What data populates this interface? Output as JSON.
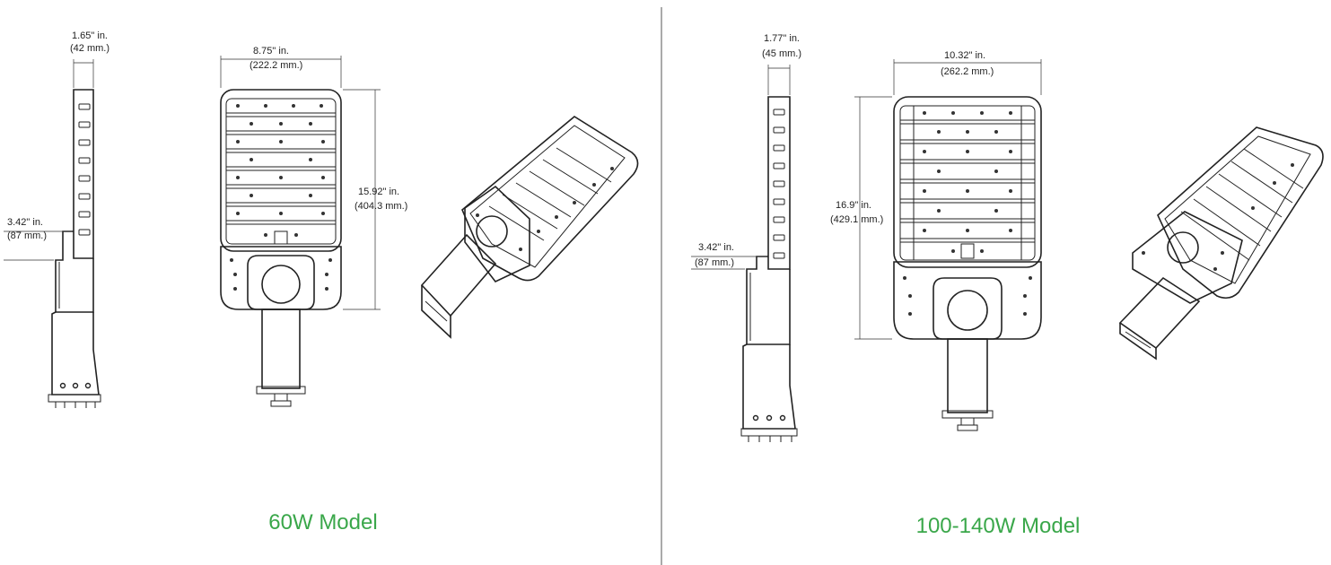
{
  "colors": {
    "caption": "#3aa74a",
    "line": "#222222",
    "divider": "#555555"
  },
  "models": [
    {
      "caption": "60W Model",
      "dims": {
        "side_depth": [
          "1.65\" in.",
          "(42 mm.)"
        ],
        "arm_height": [
          "3.42\" in.",
          "(87 mm.)"
        ],
        "width": [
          "8.75\" in.",
          "(222.2 mm.)"
        ],
        "length": [
          "15.92\" in.",
          "(404.3 mm.)"
        ]
      }
    },
    {
      "caption": "100-140W Model",
      "dims": {
        "side_depth": [
          "1.77\" in.",
          "(45 mm.)"
        ],
        "arm_height": [
          "3.42\" in.",
          "(87 mm.)"
        ],
        "width": [
          "10.32\" in.",
          "(262.2 mm.)"
        ],
        "length": [
          "16.9\" in.",
          "(429.1 mm.)"
        ]
      }
    }
  ]
}
